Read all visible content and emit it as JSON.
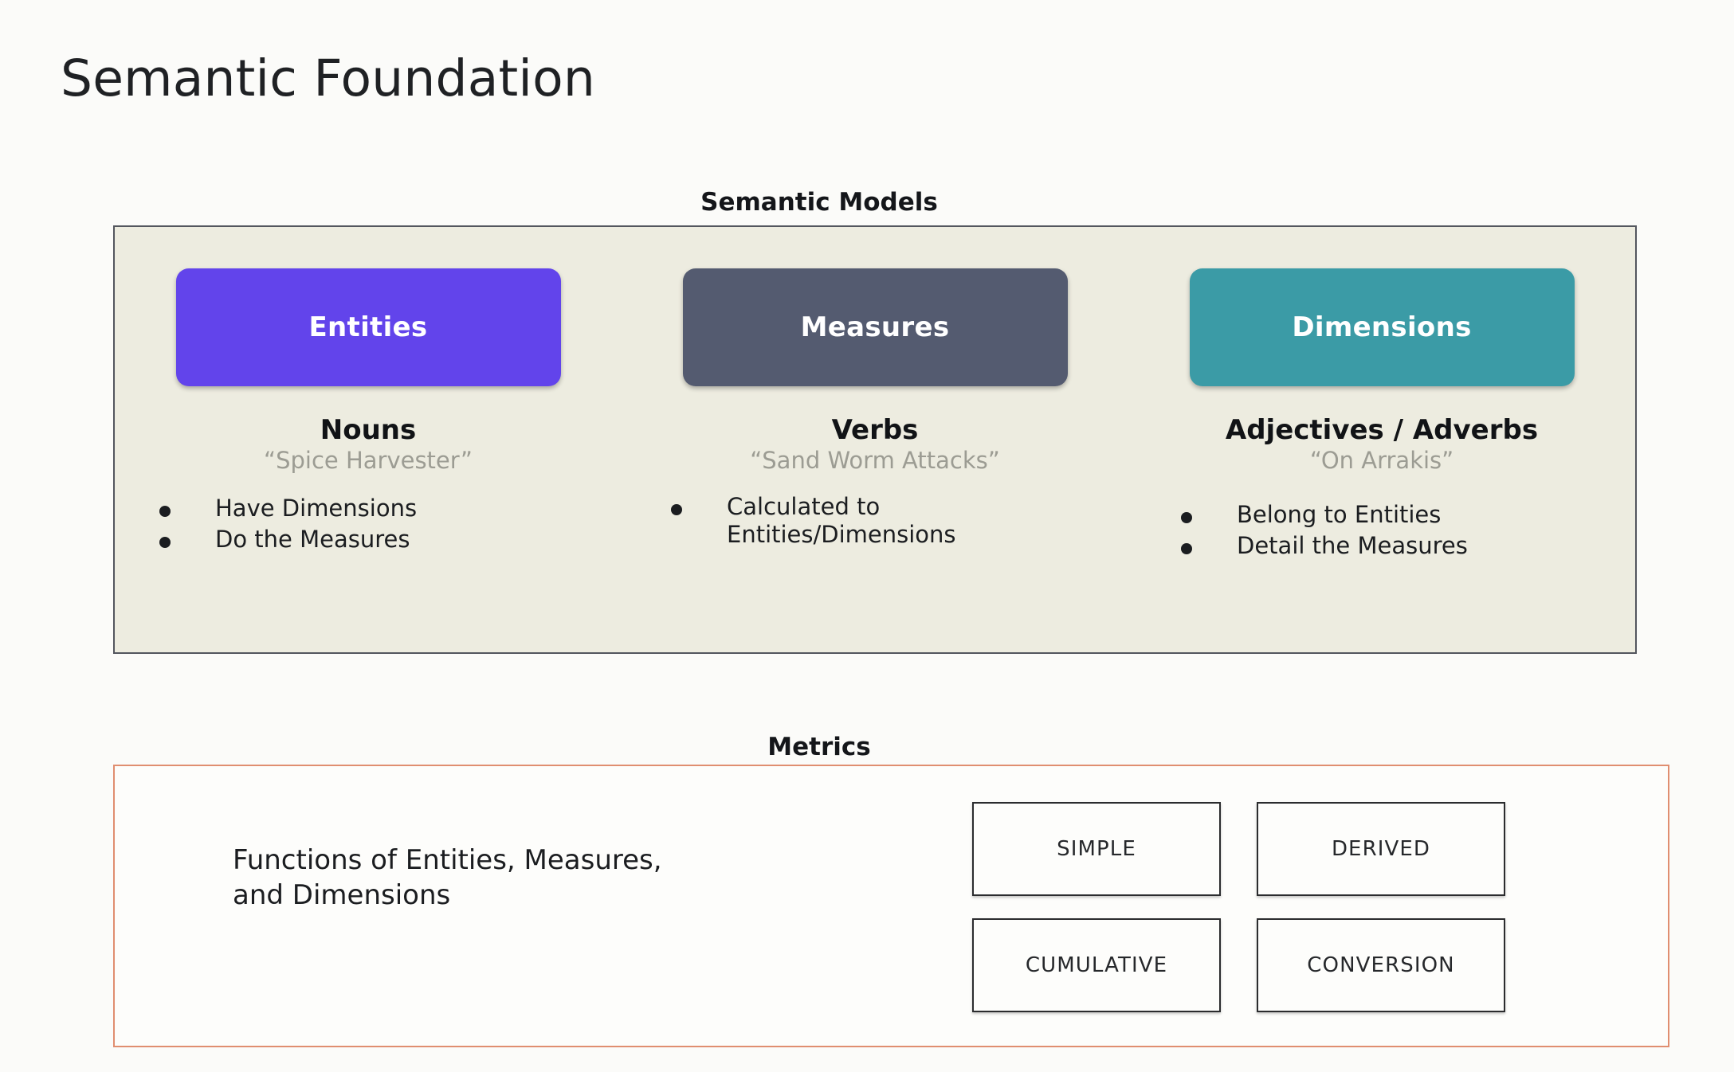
{
  "page": {
    "title": "Semantic Foundation",
    "background_color": "#fbfbf9"
  },
  "semantic_models": {
    "heading": "Semantic Models",
    "panel_fill": "#edece0",
    "panel_border": "#53565e",
    "columns": [
      {
        "pill_label": "Entities",
        "pill_color": "#6244eb",
        "part_of_speech": "Nouns",
        "example_quote": "“Spice Harvester”",
        "bullets": [
          "Have Dimensions",
          "Do the Measures"
        ]
      },
      {
        "pill_label": "Measures",
        "pill_color": "#545b70",
        "part_of_speech": "Verbs",
        "example_quote": "“Sand Worm Attacks”",
        "bullets": [
          "Calculated to\nEntities/Dimensions"
        ]
      },
      {
        "pill_label": "Dimensions",
        "pill_color": "#3b9ba6",
        "part_of_speech": "Adjectives / Adverbs",
        "example_quote": "“On Arrakis”",
        "bullets": [
          "Belong to Entities",
          "Detail the Measures"
        ]
      }
    ]
  },
  "metrics": {
    "heading": "Metrics",
    "panel_border": "#e08e70",
    "description": "Functions of Entities, Measures,\nand Dimensions",
    "types": [
      "SIMPLE",
      "DERIVED",
      "CUMULATIVE",
      "CONVERSION"
    ]
  }
}
